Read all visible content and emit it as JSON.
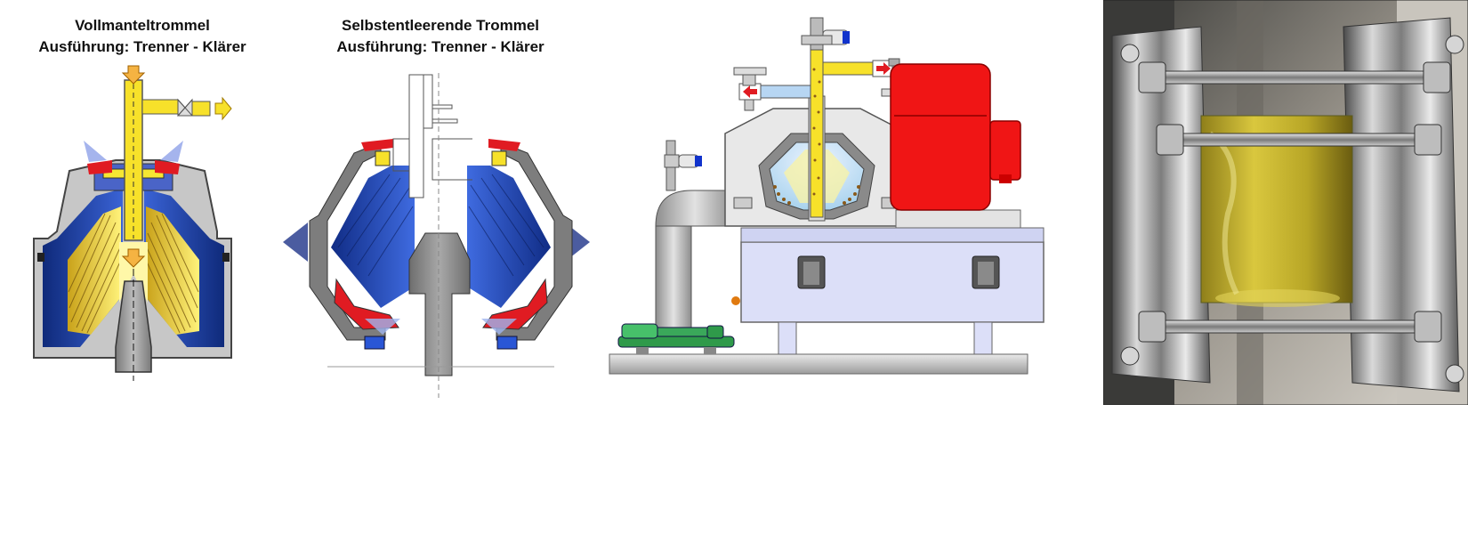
{
  "titles": {
    "vollmantel": [
      "Vollmanteltrommel",
      "Ausführung: Trenner - Klärer"
    ],
    "selbstentleerend": [
      "Selbstentleerende Trommel",
      "Ausführung: Trenner - Klärer"
    ]
  },
  "colors": {
    "bowl_blue": "#1d3f9e",
    "liquid_yellow": "#f7e81c",
    "seal_red": "#e01b22",
    "housing_gray": "#b9b9b9",
    "motor_red": "#f01515",
    "frame_lavender": "#dcdff8",
    "pump_green": "#2f9a4a",
    "oil_yellow": "#c9b733"
  },
  "icons": {
    "arrow": "arrow-icon",
    "nozzle": "spray-nozzle-icon",
    "valve": "valve-icon"
  }
}
